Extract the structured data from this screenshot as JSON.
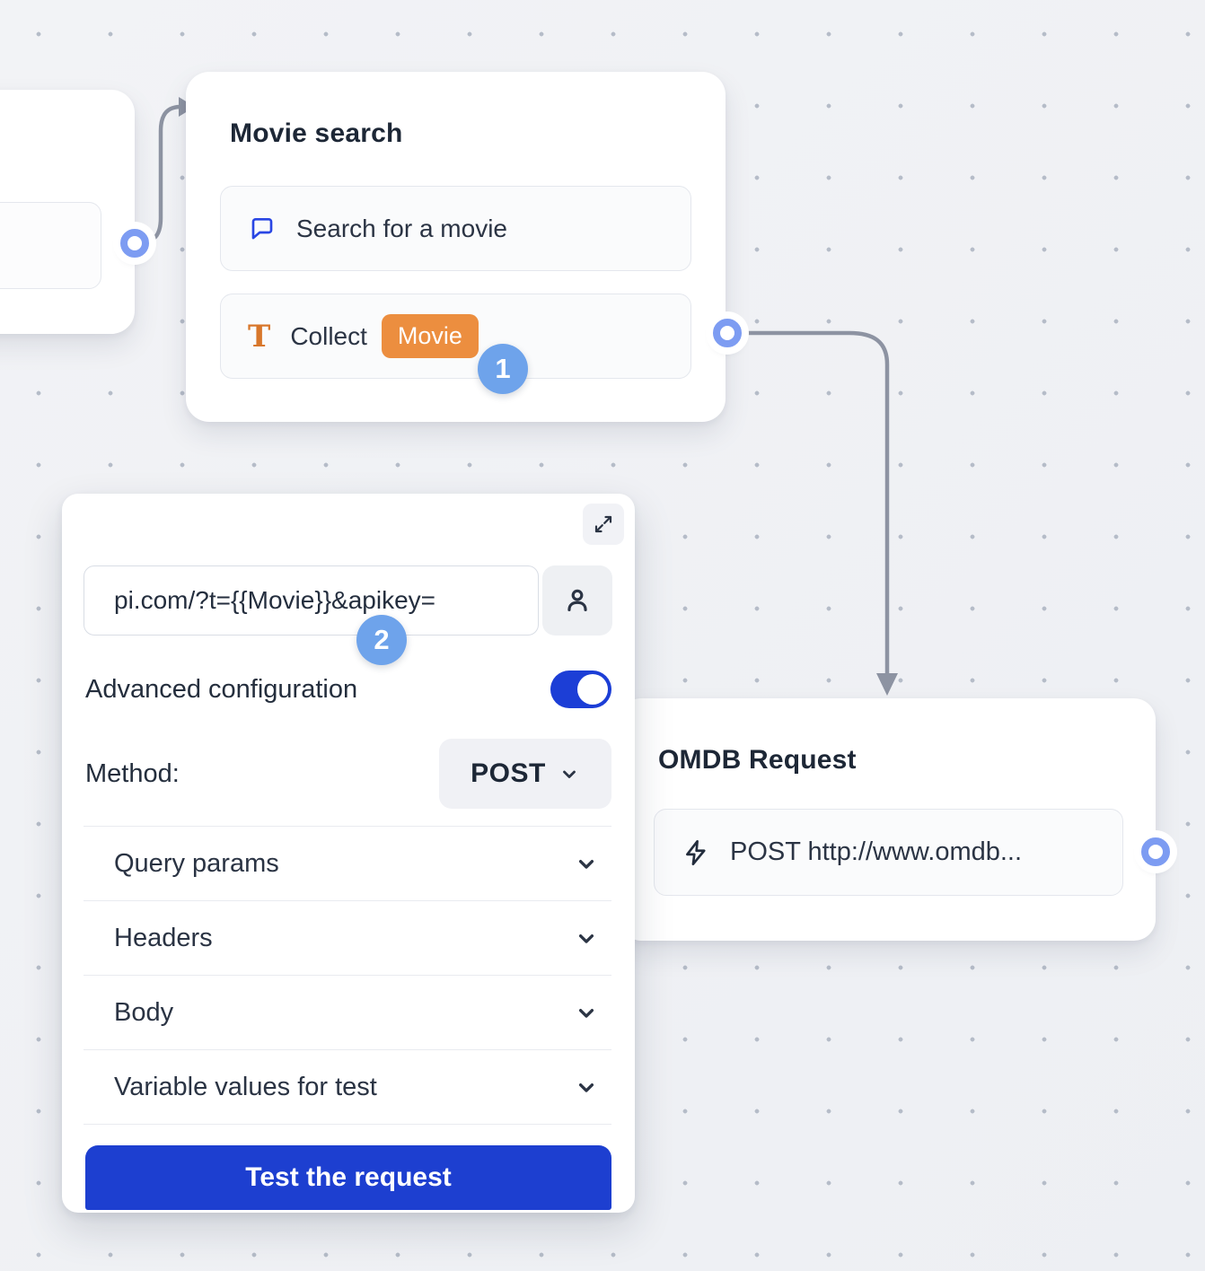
{
  "movie_card": {
    "title": "Movie search",
    "items": [
      {
        "icon": "chat-bubble-icon",
        "label": "Search for a movie"
      },
      {
        "icon": "text-input-icon",
        "label": "Collect",
        "variable_tag": "Movie"
      }
    ],
    "step_badge": "1"
  },
  "config_panel": {
    "url_value": "pi.com/?t={{Movie}}&apikey=",
    "advanced_label": "Advanced configuration",
    "advanced_on": true,
    "method_label": "Method:",
    "method_value": "POST",
    "sections": [
      "Query params",
      "Headers",
      "Body",
      "Variable values for test"
    ],
    "test_button_label": "Test the request",
    "step_badge": "2"
  },
  "omdb_card": {
    "title": "OMDB Request",
    "item": {
      "icon": "lightning-icon",
      "label": "POST http://www.omdb..."
    }
  },
  "colors": {
    "accent_blue": "#1d3fd0",
    "icon_blue": "#2946e4",
    "connector_blue": "#7d9cf2",
    "step_badge_blue": "#6ea3eb",
    "orange_icon": "#d8772b",
    "orange_badge": "#ec8e3f",
    "wire_gray": "#8d93a2"
  }
}
